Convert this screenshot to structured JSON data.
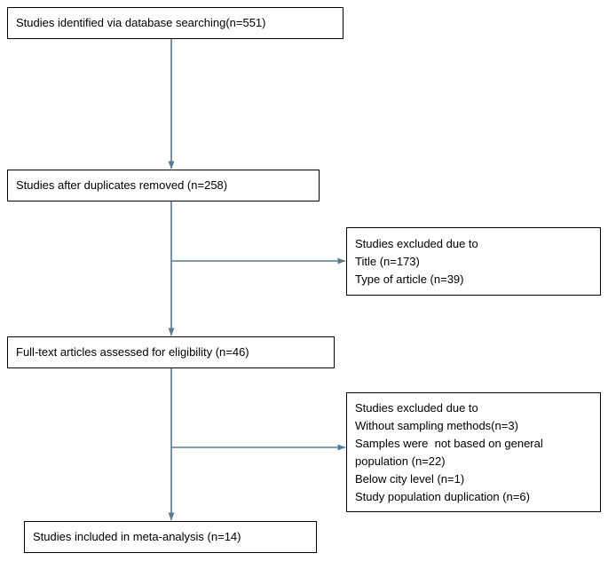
{
  "diagram": {
    "type": "prisma-flow-chart",
    "line_color": "#5b7a96",
    "border_color": "#000000",
    "background": "#ffffff",
    "nodes": {
      "identified": {
        "lines": [
          "Studies identified via database searching(n=551)"
        ]
      },
      "duplicates_removed": {
        "lines": [
          "Studies after duplicates removed (n=258)"
        ]
      },
      "excluded_first": {
        "lines": [
          "Studies excluded due to",
          "Title (n=173)",
          "Type of article (n=39)"
        ]
      },
      "fulltext_assessed": {
        "lines": [
          "Full-text articles assessed for eligibility (n=46)"
        ]
      },
      "excluded_second": {
        "lines": [
          "Studies excluded due to",
          "Without sampling methods(n=3)",
          "Samples were  not based on general",
          "population (n=22)",
          "Below city level (n=1)",
          "Study population duplication (n=6)"
        ]
      },
      "included": {
        "lines": [
          "Studies included in meta-analysis (n=14)"
        ]
      }
    },
    "arrows": [
      {
        "name": "identified-to-duplicates",
        "direction": "down"
      },
      {
        "name": "duplicates-to-fulltext",
        "direction": "down"
      },
      {
        "name": "duplicates-to-excluded-first",
        "direction": "right"
      },
      {
        "name": "fulltext-to-included",
        "direction": "down"
      },
      {
        "name": "fulltext-to-excluded-second",
        "direction": "right"
      }
    ]
  }
}
